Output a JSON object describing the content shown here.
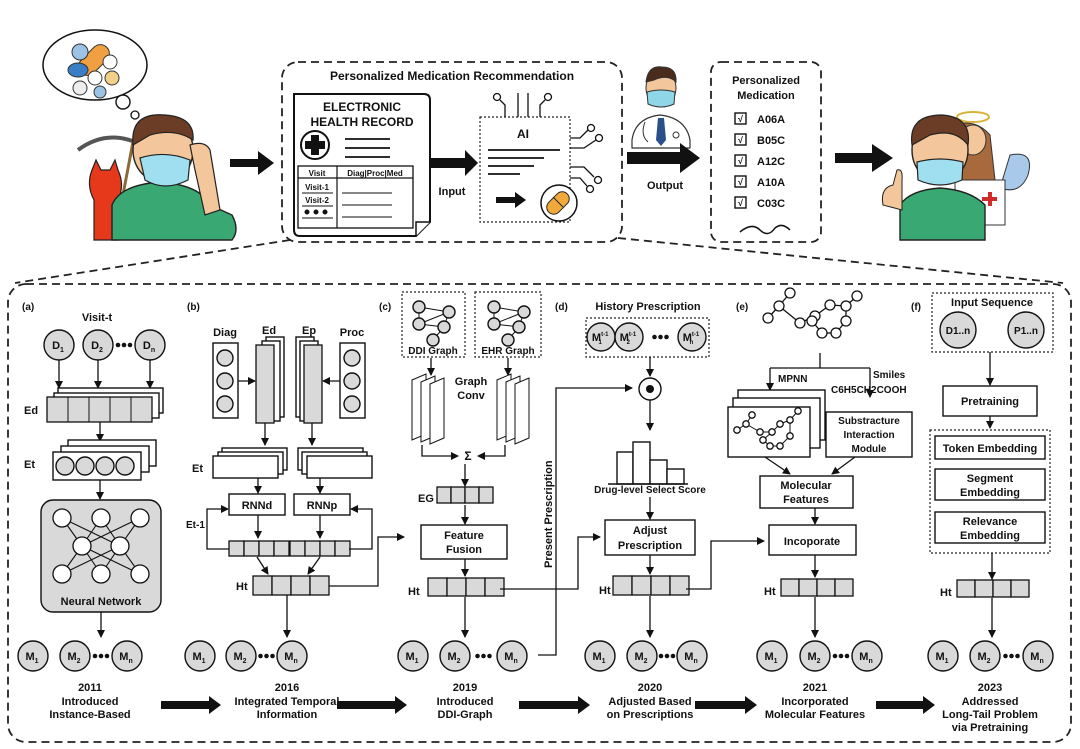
{
  "top": {
    "pipeline_title": "Personalized Medication Recommendation",
    "ehr": {
      "title_line1": "ELECTRONIC",
      "title_line2": "HEALTH RECORD",
      "table_header_visit": "Visit",
      "table_header_codes": "Diag|Proc|Med",
      "rows": [
        "Visit-1",
        "Visit-2"
      ]
    },
    "input_label": "Input",
    "ai_label": "AI",
    "output_label": "Output",
    "medication_card": {
      "title_line1": "Personalized",
      "title_line2": "Medication",
      "codes": [
        "A06A",
        "B05C",
        "A12C",
        "A10A",
        "C03C"
      ]
    },
    "icons": [
      "sick-patient-icon",
      "devil-reaper-icon",
      "pill-thought-bubble-icon",
      "doctor-icon",
      "happy-patient-icon",
      "angel-doctor-icon"
    ]
  },
  "panels": {
    "a": {
      "tag": "(a)",
      "visit": "Visit-t",
      "inputs": [
        "D1",
        "D2",
        "Dn"
      ],
      "ed": "Ed",
      "et": "Et",
      "nn": "Neural Network",
      "year": "2011",
      "caption": [
        "Introduced",
        "Instance-Based"
      ]
    },
    "b": {
      "tag": "(b)",
      "diag": "Diag",
      "proc": "Proc",
      "ed": "Ed",
      "ep": "Ep",
      "et": "Et",
      "et1": "Et-1",
      "rnnd": "RNNd",
      "rnnp": "RNNp",
      "ht": "Ht",
      "year": "2016",
      "caption": [
        "Integrated Temporal",
        "Information"
      ]
    },
    "c": {
      "tag": "(c)",
      "ddi": "DDI Graph",
      "ehr": "EHR Graph",
      "conv": [
        "Graph",
        "Conv"
      ],
      "sum": "Σ",
      "eg": "EG",
      "fusion": [
        "Feature",
        "Fusion"
      ],
      "ht": "Ht",
      "year": "2019",
      "caption": [
        "Introduced",
        "DDI-Graph"
      ]
    },
    "d": {
      "tag": "(d)",
      "history": "History Prescription",
      "present": "Present Prescription",
      "score": "Drug-level Select Score",
      "adjust": [
        "Adjust",
        "Prescription"
      ],
      "ht": "Ht",
      "year": "2020",
      "caption": [
        "Adjusted Based",
        "on Prescriptions"
      ]
    },
    "e": {
      "tag": "(e)",
      "mpnn": "MPNN",
      "smiles": "Smiles",
      "formula": "C6H5CH2COOH",
      "sim": [
        "Substracture",
        "Interaction",
        "Module"
      ],
      "molfeat": [
        "Molecular",
        "Features"
      ],
      "incorporate": "Incoporate",
      "ht": "Ht",
      "year": "2021",
      "caption": [
        "Incorporated",
        "Molecular Features"
      ]
    },
    "f": {
      "tag": "(f)",
      "input_seq": "Input Sequence",
      "d": "D1..n",
      "p": "P1..n",
      "pretraining": "Pretraining",
      "token": "Token Embedding",
      "segment": [
        "Segment",
        "Embedding"
      ],
      "relevance": [
        "Relevance",
        "Embedding"
      ],
      "ht": "Ht",
      "year": "2023",
      "caption": [
        "Addressed",
        "Long-Tail Problem",
        "via Pretraining"
      ]
    }
  },
  "outputs": [
    "M1",
    "M2",
    "Mn"
  ],
  "history_nodes": [
    "M1",
    "M2",
    "Mn"
  ],
  "history_superscript": "t-1"
}
